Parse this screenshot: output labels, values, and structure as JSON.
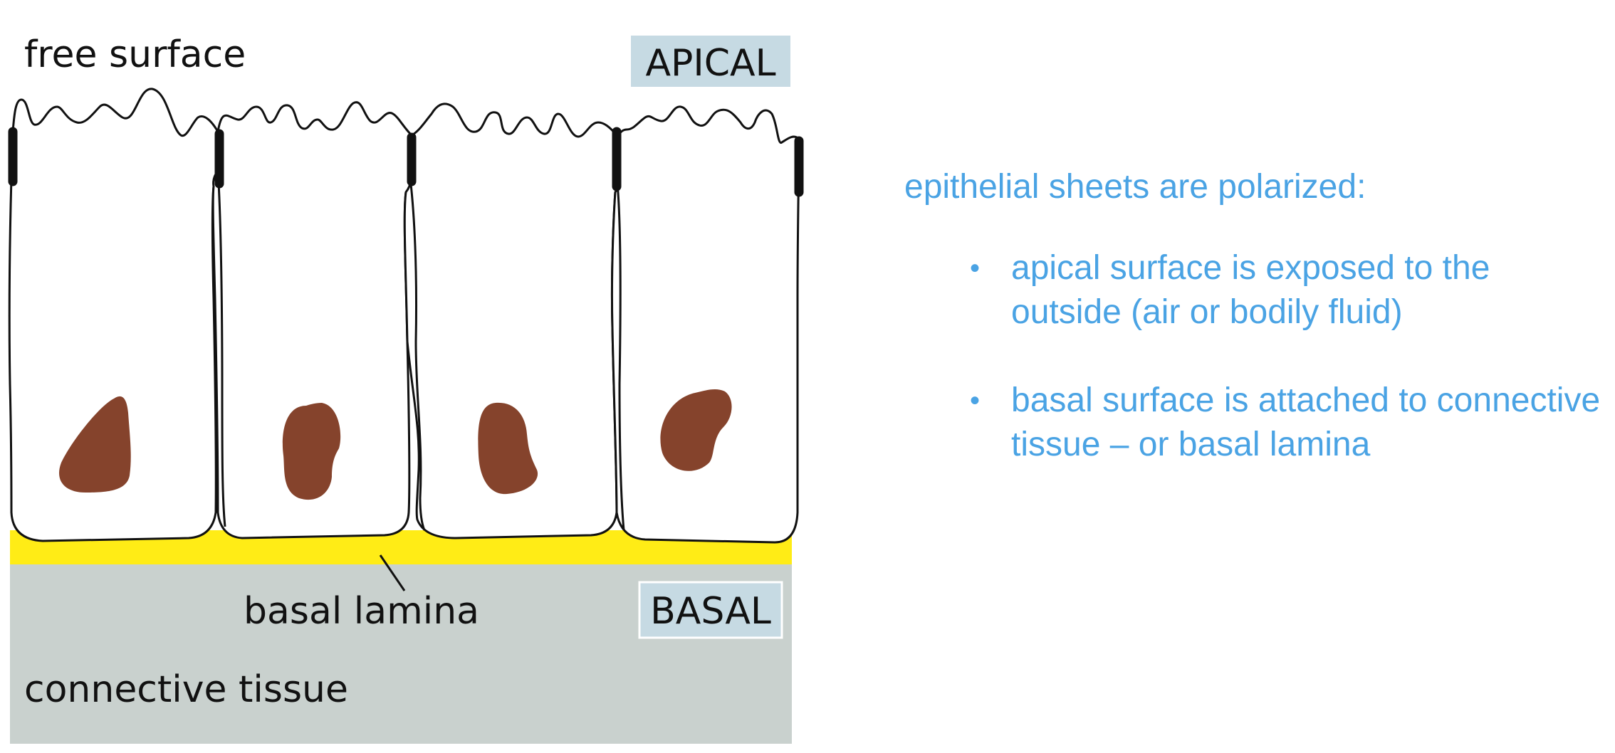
{
  "diagram": {
    "labels": {
      "free_surface": "free surface",
      "apical": "APICAL",
      "basal_lamina": "basal lamina",
      "basal": "BASAL",
      "connective_tissue": "connective tissue"
    },
    "colors": {
      "basal_lamina": "#ffec16",
      "connective_tissue": "#c9d1ce",
      "apical_badge": "#c6dae3",
      "basal_badge": "#c6dae3",
      "nucleus": "#85432c",
      "outline": "#111111"
    },
    "cell_count": 4
  },
  "notes": {
    "heading": "epithelial sheets are polarized:",
    "bullets": [
      "apical surface is exposed to the outside (air or bodily fluid)",
      "basal surface is attached to connective tissue – or basal lamina"
    ],
    "bullet_glyph": "•",
    "text_color": "#4aa3e4"
  }
}
